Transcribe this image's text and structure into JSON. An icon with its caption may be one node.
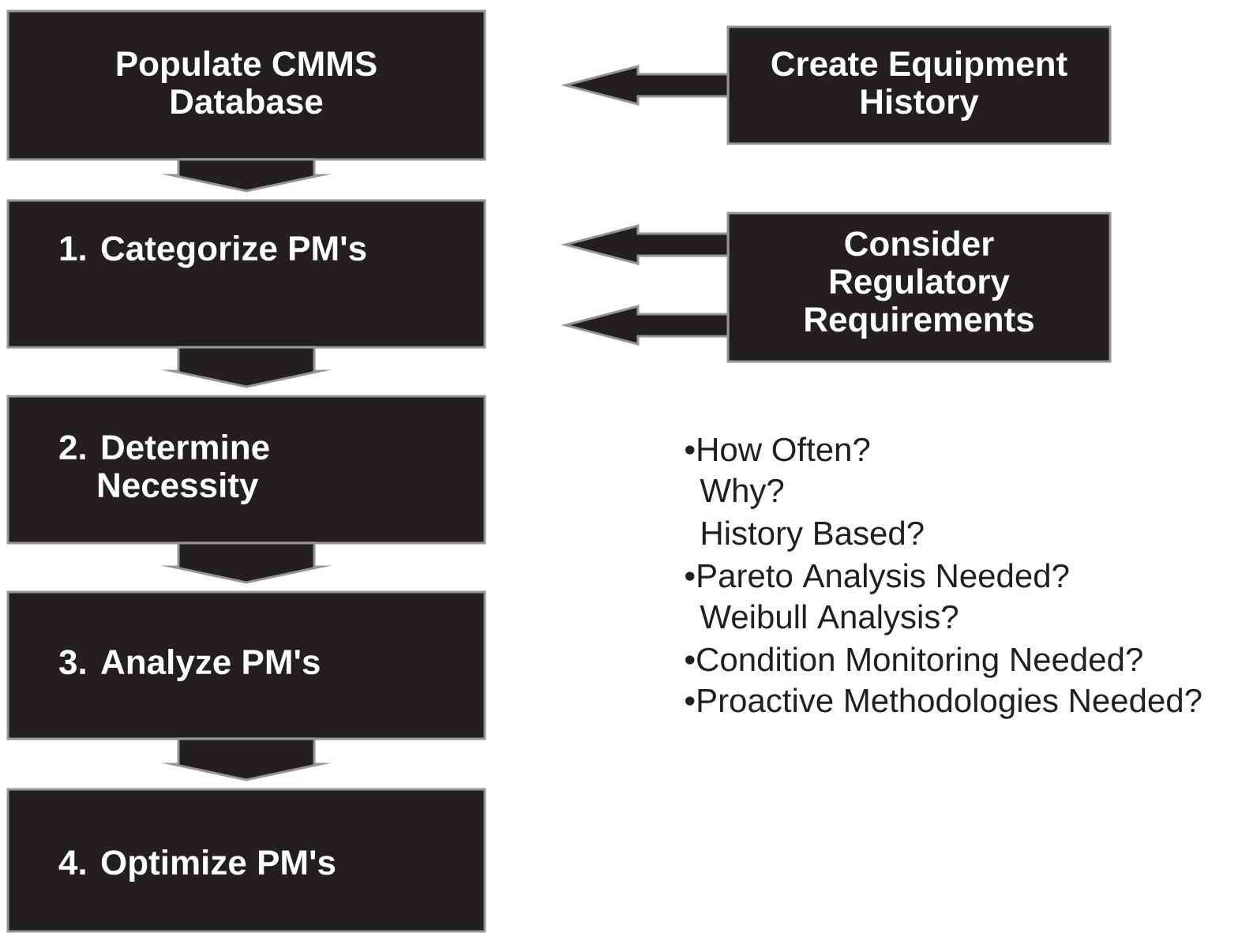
{
  "diagram": {
    "nodes": [
      {
        "text": [
          "Populate CMMS Database"
        ]
      },
      {
        "text": [
          "1. Categorize PM's"
        ]
      },
      {
        "text": [
          "2. Determine Necessity"
        ]
      },
      {
        "text": [
          "3. Analyze PM's"
        ]
      },
      {
        "text": [
          "4. Optimize PM's"
        ]
      },
      {
        "text": [
          "Create Equipment History"
        ]
      },
      {
        "text": [
          "Consider Regulatory Requirements"
        ]
      }
    ],
    "edges": [
      {
        "from": 0,
        "to": 1,
        "arrow": "to"
      },
      {
        "from": 1,
        "to": 2,
        "arrow": "to"
      },
      {
        "from": 2,
        "to": 3,
        "arrow": "to"
      },
      {
        "from": 3,
        "to": 4,
        "arrow": "to"
      },
      {
        "from": 5,
        "to": null,
        "arrow": "to"
      },
      {
        "from": 6,
        "to": null,
        "arrow": "to"
      },
      {
        "from": 6,
        "to": null,
        "arrow": "to"
      }
    ],
    "labels": [
      "•How Often?",
      "Why?",
      "History Based?",
      "•Pareto Analysis Needed?",
      "Weibull Analysis?",
      "•Condition Monitoring Needed?",
      "•Proactive Methodologies Needed?"
    ]
  }
}
